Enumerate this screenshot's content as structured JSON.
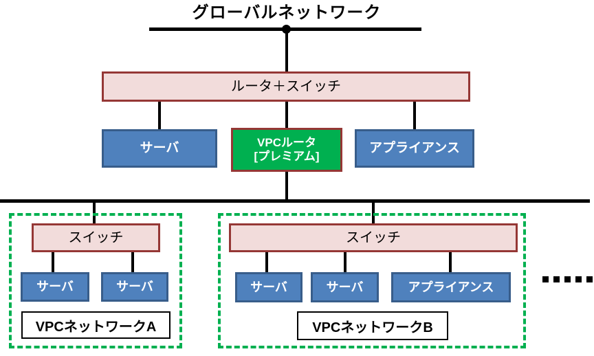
{
  "title": "グローバルネットワーク",
  "global_segment": {
    "router_switch_label": "ルータ＋スイッチ",
    "server_label": "サーバ",
    "vpc_router_label_line1": "VPCルータ",
    "vpc_router_label_line2": "[プレミアム]",
    "appliance_label": "アプライアンス"
  },
  "vpc_a": {
    "switch_label": "スイッチ",
    "servers": [
      "サーバ",
      "サーバ"
    ],
    "caption": "VPCネットワークA"
  },
  "vpc_b": {
    "switch_label": "スイッチ",
    "servers": [
      "サーバ",
      "サーバ"
    ],
    "appliance_label": "アプライアンス",
    "caption": "VPCネットワークB"
  },
  "continuation": {
    "dot_count": 5
  },
  "colors": {
    "box-pink-fill": "#F2DCDB",
    "box-darkred-border": "#953735",
    "box-blue-fill": "#4F81BD",
    "box-blue-border": "#385D8A",
    "box-green-fill": "#00B050",
    "vpc-dash-green": "#00B050",
    "line-black": "#000000"
  }
}
